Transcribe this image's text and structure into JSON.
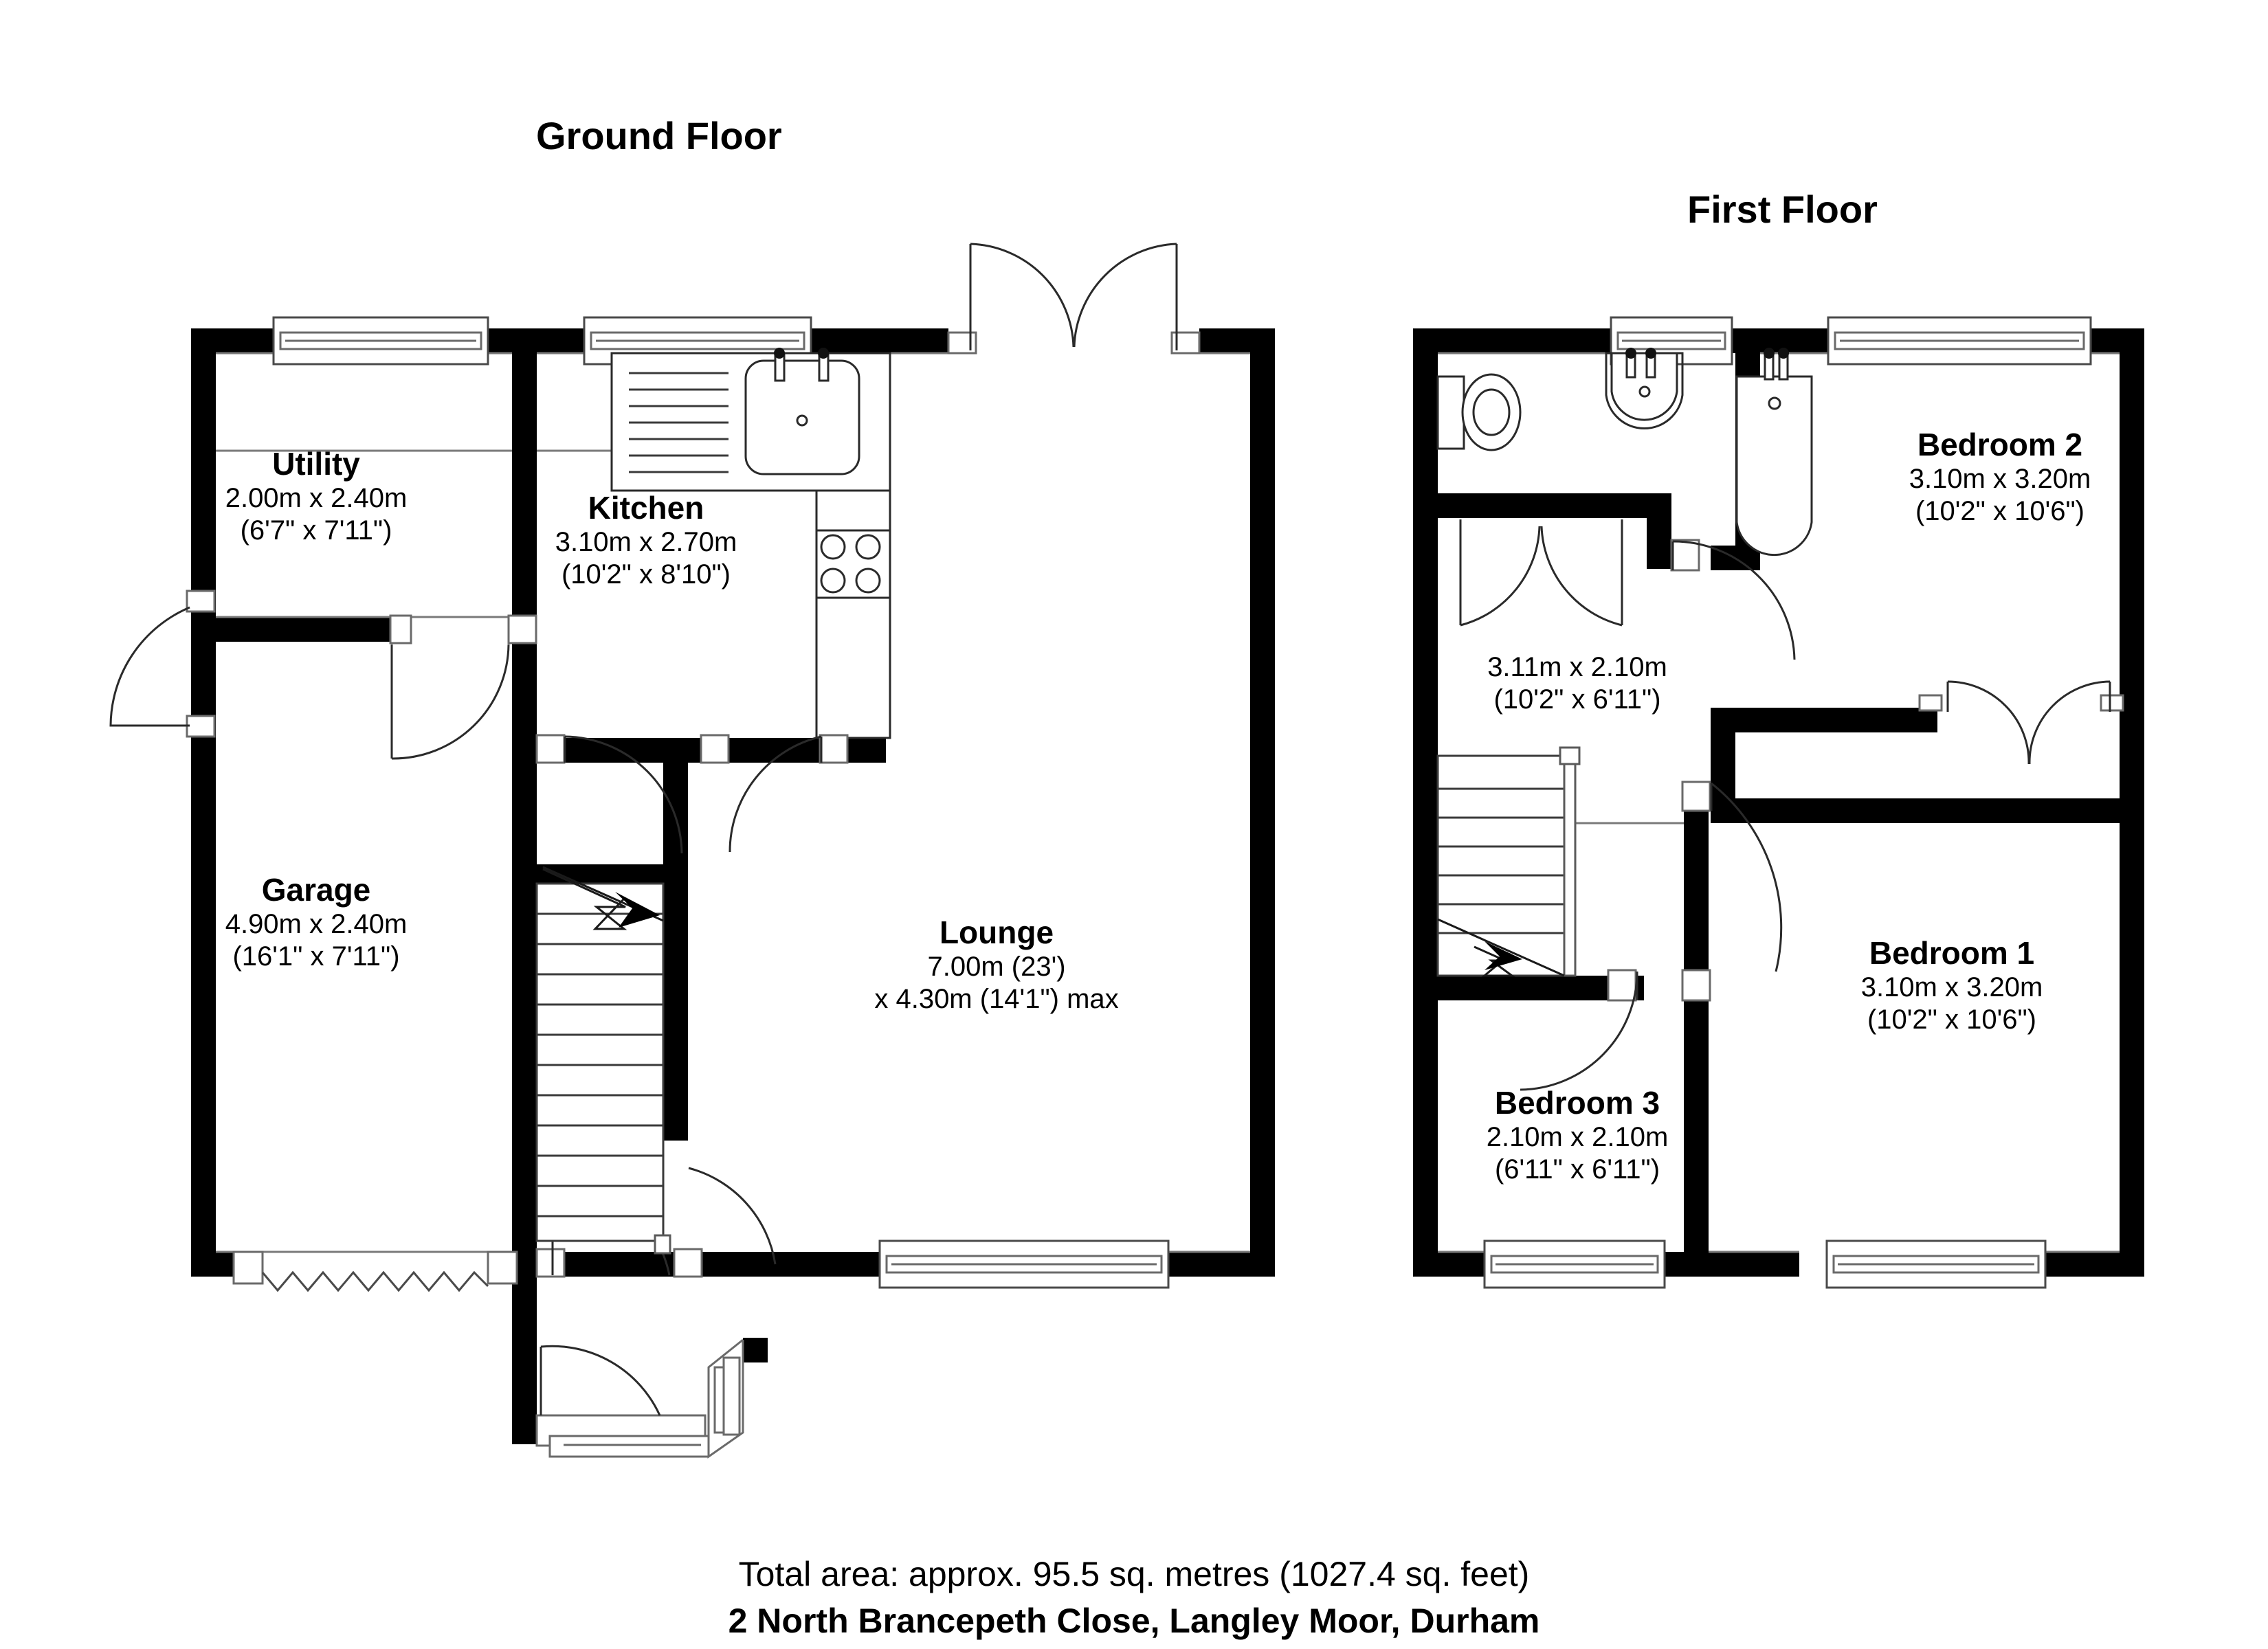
{
  "titles": {
    "ground_floor": "Ground Floor",
    "first_floor": "First Floor"
  },
  "ground_floor_rooms": [
    {
      "name": "Utility",
      "dim_metric": "2.00m x 2.40m",
      "dim_imperial": "(6'7\" x 7'11\")"
    },
    {
      "name": "Kitchen",
      "dim_metric": "3.10m x 2.70m",
      "dim_imperial": "(10'2\" x 8'10\")"
    },
    {
      "name": "Garage",
      "dim_metric": "4.90m x 2.40m",
      "dim_imperial": "(16'1\" x 7'11\")"
    },
    {
      "name": "Lounge",
      "dim_metric": "7.00m (23')",
      "dim_imperial": "x 4.30m (14'1\") max"
    }
  ],
  "first_floor_rooms": [
    {
      "name": "",
      "dim_metric": "3.11m x 2.10m",
      "dim_imperial": "(10'2\" x 6'11\")"
    },
    {
      "name": "Bedroom 2",
      "dim_metric": "3.10m x 3.20m",
      "dim_imperial": "(10'2\" x 10'6\")"
    },
    {
      "name": "Bedroom 1",
      "dim_metric": "3.10m x 3.20m",
      "dim_imperial": "(10'2\" x 10'6\")"
    },
    {
      "name": "Bedroom 3",
      "dim_metric": "2.10m x 2.10m",
      "dim_imperial": "(6'11\" x 6'11\")"
    }
  ],
  "footer": {
    "total_area": "Total area: approx. 95.5 sq. metres (1027.4 sq. feet)",
    "address": "2 North Brancepeth Close, Langley Moor, Durham"
  },
  "colors": {
    "wall": "#000000",
    "fixture_line": "#1a1a1a",
    "thin_line": "#7a7a7a",
    "background": "#ffffff",
    "text": "#000000"
  },
  "fixtures": {
    "kitchen_sink": "sink-icon",
    "kitchen_drainer": "drainer-icon",
    "kitchen_hob": "hob-icon",
    "bathroom_toilet": "toilet-icon",
    "bathroom_basin": "basin-icon",
    "bathroom_bath": "bathtub-icon",
    "stairs_ground": "staircase-icon",
    "stairs_first": "staircase-icon",
    "garage_door": "garage-up-and-over-door-icon"
  }
}
